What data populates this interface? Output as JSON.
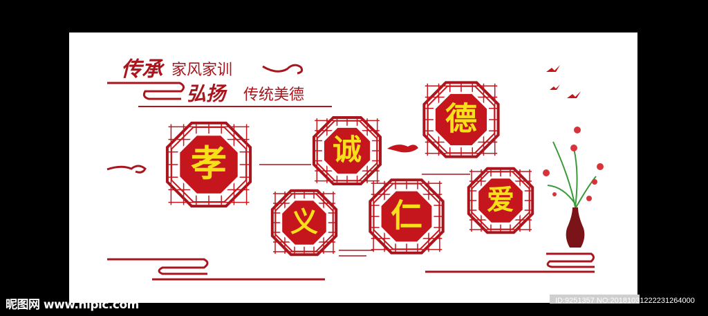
{
  "title": {
    "line1_script": "传承",
    "line1_text": "家风家训",
    "line2_script": "弘扬",
    "line2_text": "传统美德"
  },
  "virtues": [
    {
      "char": "孝"
    },
    {
      "char": "诚"
    },
    {
      "char": "德"
    },
    {
      "char": "义"
    },
    {
      "char": "仁"
    },
    {
      "char": "爱"
    }
  ],
  "colors": {
    "red": "#a8151d",
    "bright_red": "#c4161c",
    "character_yellow": "#f7e01a",
    "background": "#ffffff",
    "frame": "#000000"
  },
  "watermark": {
    "site": "昵图网 www.nipic.com",
    "id": "ID:9251357 NO:20181031222231264000"
  }
}
